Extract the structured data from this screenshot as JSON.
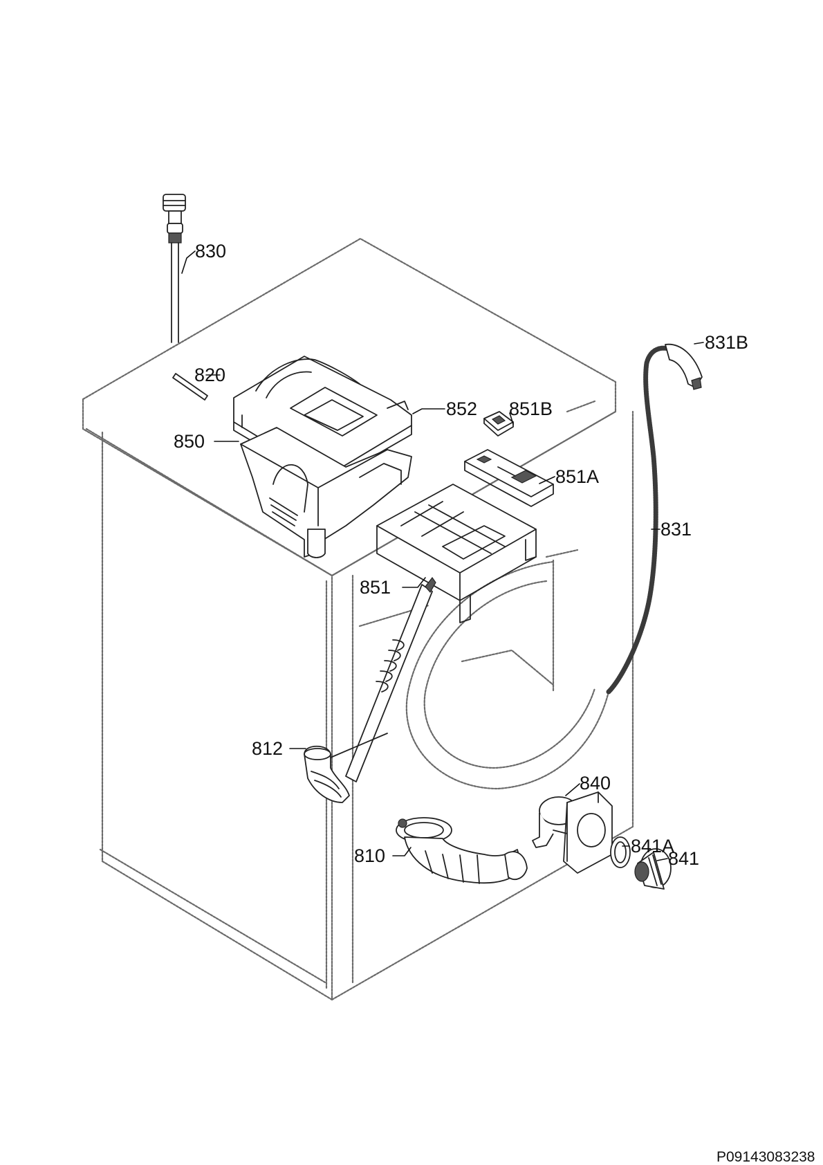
{
  "diagram": {
    "document_code": "P09143083238",
    "part_labels": {
      "p830": "830",
      "p820": "820",
      "p852": "852",
      "p851B": "851B",
      "p850": "850",
      "p851A": "851A",
      "p831B": "831B",
      "p831": "831",
      "p851": "851",
      "p812": "812",
      "p840": "840",
      "p841A": "841A",
      "p841": "841",
      "p810": "810"
    }
  }
}
